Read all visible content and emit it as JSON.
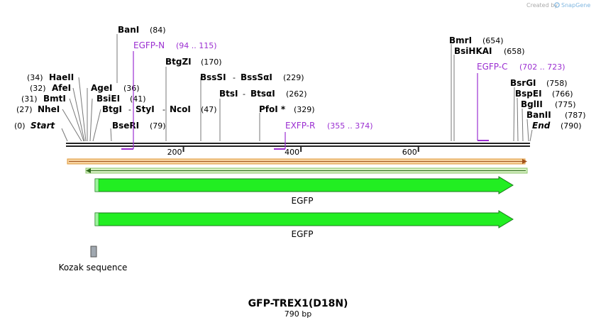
{
  "credit": {
    "prefix": "Created by",
    "brand": "SnapGene"
  },
  "sequence": {
    "name": "GFP-TREX1(D18N)",
    "length_label": "790 bp",
    "length": 790
  },
  "ruler": {
    "ticks": [
      200,
      400,
      600
    ]
  },
  "sites": [
    {
      "id": "start",
      "name": "Start",
      "pos": "(0)",
      "italic": true
    },
    {
      "id": "nhei",
      "name": "NheI",
      "pos": "(27)"
    },
    {
      "id": "bmti",
      "name": "BmtI",
      "pos": "(31)"
    },
    {
      "id": "afei",
      "name": "AfeI",
      "pos": "(32)"
    },
    {
      "id": "haeii",
      "name": "HaeII",
      "pos": "(34)"
    },
    {
      "id": "agei",
      "name": "AgeI",
      "pos": "(36)"
    },
    {
      "id": "bsiei",
      "name": "BsiEI",
      "pos": "(41)"
    },
    {
      "id": "bgti",
      "name": "BtgI",
      "pos": "(47)"
    },
    {
      "id": "bseri",
      "name": "BseRI",
      "pos": "(79)"
    },
    {
      "id": "bani",
      "name": "BanI",
      "pos": "(84)"
    },
    {
      "id": "btgzi",
      "name": "BtgZI",
      "pos": "(170)"
    },
    {
      "id": "bsssi",
      "name": "BssSI",
      "pos": "(229)"
    },
    {
      "id": "btsi",
      "name": "BtsI",
      "pos": "(262)"
    },
    {
      "id": "pfoi",
      "name": "PfoI *",
      "pos": "(329)"
    },
    {
      "id": "bmri",
      "name": "BmrI",
      "pos": "(654)"
    },
    {
      "id": "bsihkai",
      "name": "BsiHKAI",
      "pos": "(658)"
    },
    {
      "id": "bsrgi",
      "name": "BsrGI",
      "pos": "(758)"
    },
    {
      "id": "bspei",
      "name": "BspEI",
      "pos": "(766)"
    },
    {
      "id": "bglii",
      "name": "BglII",
      "pos": "(775)"
    },
    {
      "id": "banii",
      "name": "BanII",
      "pos": "(787)"
    },
    {
      "id": "end",
      "name": "End",
      "pos": "(790)",
      "italic": true
    }
  ],
  "site_groups": [
    {
      "id": "btg-sty-nco",
      "names": [
        "BtgI",
        "StyI",
        "NcoI"
      ],
      "pos": "(47)"
    },
    {
      "id": "bsssi-group",
      "names": [
        "BssSI",
        "BssSαI"
      ],
      "pos": "(229)"
    },
    {
      "id": "btsi-group",
      "names": [
        "BtsI",
        "BtsαI"
      ],
      "pos": "(262)"
    }
  ],
  "primers": [
    {
      "id": "egfp-n",
      "name": "EGFP-N",
      "range": "(94 .. 115)",
      "start": 94,
      "end": 115,
      "strand": "forward"
    },
    {
      "id": "exfp-r",
      "name": "EXFP-R",
      "range": "(355 .. 374)",
      "start": 355,
      "end": 374,
      "strand": "reverse"
    },
    {
      "id": "egfp-c",
      "name": "EGFP-C",
      "range": "(702 .. 723)",
      "start": 702,
      "end": 723,
      "strand": "forward"
    }
  ],
  "features": [
    {
      "id": "orf-forward",
      "label": "",
      "start": 1,
      "end": 790,
      "color": "#f0a030",
      "direction": "forward"
    },
    {
      "id": "orf-reverse",
      "label": "",
      "start": 35,
      "end": 790,
      "color": "#7ab648",
      "direction": "reverse"
    },
    {
      "id": "egfp-1",
      "label": "EGFP",
      "start": 50,
      "end": 769,
      "color": "#22ee22",
      "direction": "forward"
    },
    {
      "id": "egfp-2",
      "label": "EGFP",
      "start": 50,
      "end": 769,
      "color": "#22ee22",
      "direction": "forward"
    },
    {
      "id": "kozak",
      "label": "Kozak sequence",
      "start": 42,
      "end": 51,
      "color": "#a0a8b0"
    }
  ],
  "colors": {
    "primer": "#9b2fd1",
    "backbone": "#222222"
  }
}
